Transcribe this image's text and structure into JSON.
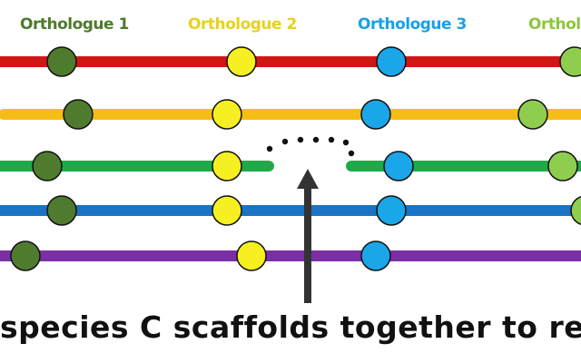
{
  "headers": [
    {
      "text": "Orthologue 1",
      "color": "#4e7a2c"
    },
    {
      "text": "Orthologue 2",
      "color": "#e6d21f"
    },
    {
      "text": "Orthologue 3",
      "color": "#1aa0e6"
    },
    {
      "text": "Ortholo",
      "color": "#8cc63f"
    }
  ],
  "caption": "species C scaffolds together to reunite neigh",
  "colors": {
    "red": "#d11616",
    "yellow": "#f7bd17",
    "green": "#1faa48",
    "blue": "#1a73c4",
    "purple": "#7a2fa5",
    "dark_green_node": "#4f7b2e",
    "yellow_node": "#f6ef22",
    "blue_node": "#1aa6e8",
    "light_green_node": "#8fcd4e",
    "arrow": "#333333",
    "node_outline": "#111111"
  },
  "gap_note": "scaffold break on green line bridged by dotted link with upward arrow",
  "icons": [
    "up-arrow-icon",
    "dotted-link"
  ]
}
